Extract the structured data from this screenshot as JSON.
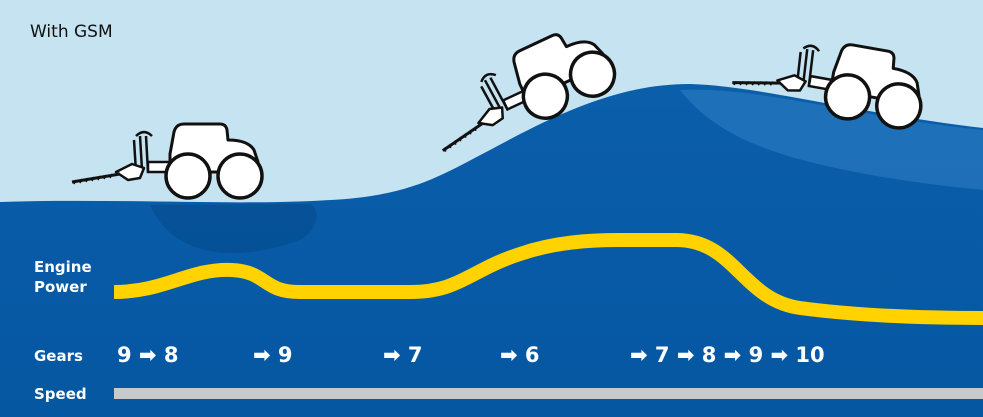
{
  "title": "With GSM",
  "labels": {
    "engine_power": [
      "Engine",
      "Power"
    ],
    "gears": "Gears",
    "speed": "Speed"
  },
  "gears": [
    "9 ➡ 8",
    "➡ 9",
    "➡ 7",
    "➡ 6",
    "➡ 7 ➡ 8 ➡ 9 ➡ 10"
  ],
  "colors": {
    "sky": "#c5e3f1",
    "field": "#0564b0",
    "hill_highlight": "#2f80c4",
    "power_line": "#ffd200",
    "speed_bar": "#c9c9c9",
    "tractor": "#ffffff",
    "outline": "#111111"
  }
}
